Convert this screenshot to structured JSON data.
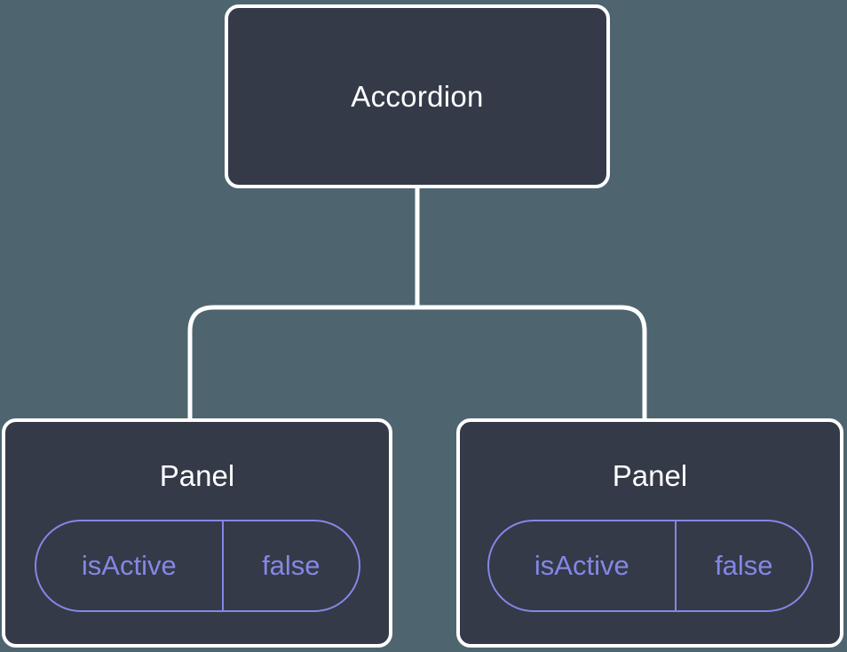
{
  "diagram": {
    "type": "component-tree",
    "colors": {
      "background": "#4E6570",
      "node_fill": "#343A48",
      "node_border": "#FFFFFF",
      "connector": "#FFFFFF",
      "state_accent": "#8487E6"
    },
    "root": {
      "label": "Accordion"
    },
    "children": [
      {
        "label": "Panel",
        "state": {
          "name": "isActive",
          "value": "false"
        }
      },
      {
        "label": "Panel",
        "state": {
          "name": "isActive",
          "value": "false"
        }
      }
    ]
  }
}
